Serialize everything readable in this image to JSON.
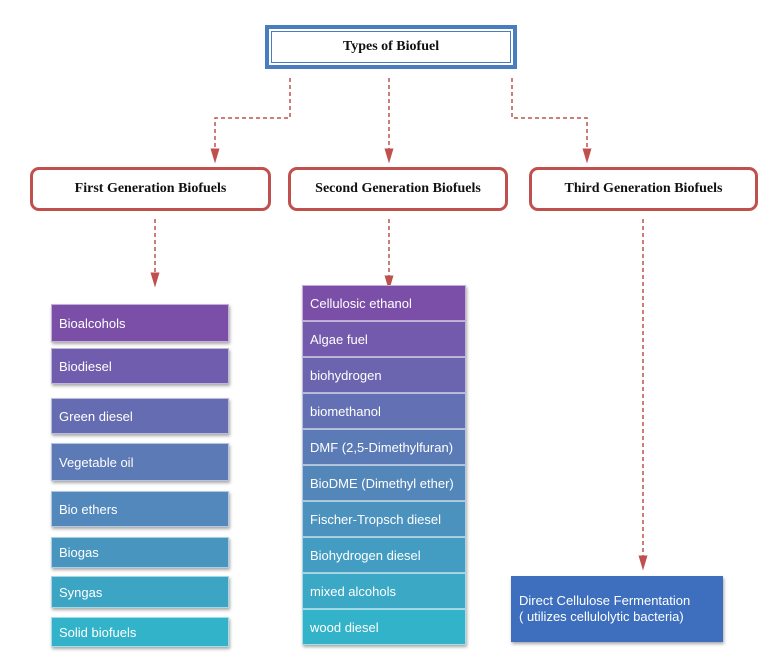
{
  "title": "Types of Biofuel",
  "generations": [
    {
      "label": "First Generation Biofuels"
    },
    {
      "label": "Second Generation Biofuels"
    },
    {
      "label": "Third Generation Biofuels"
    }
  ],
  "first_items": [
    "Bioalcohols",
    "Biodiesel",
    "Green diesel",
    "Vegetable oil",
    "Bio ethers",
    "Biogas",
    "Syngas",
    "Solid biofuels"
  ],
  "second_items": [
    "Cellulosic ethanol",
    "Algae fuel",
    "biohydrogen",
    "biomethanol",
    "DMF (2,5-Dimethylfuran)",
    "BioDME (Dimethyl ether)",
    "Fischer-Tropsch diesel",
    "Biohydrogen diesel",
    "mixed alcohols",
    "wood diesel"
  ],
  "third_item": {
    "line1": "Direct Cellulose Fermentation",
    "line2": "( utilizes cellulolytic bacteria)"
  },
  "colors": {
    "root_border": "#4a7dc0",
    "gen_border": "#c0504d",
    "arrow": "#c0504d",
    "item_top": "#7b4fa8",
    "item_bottom": "#33b3c9"
  }
}
